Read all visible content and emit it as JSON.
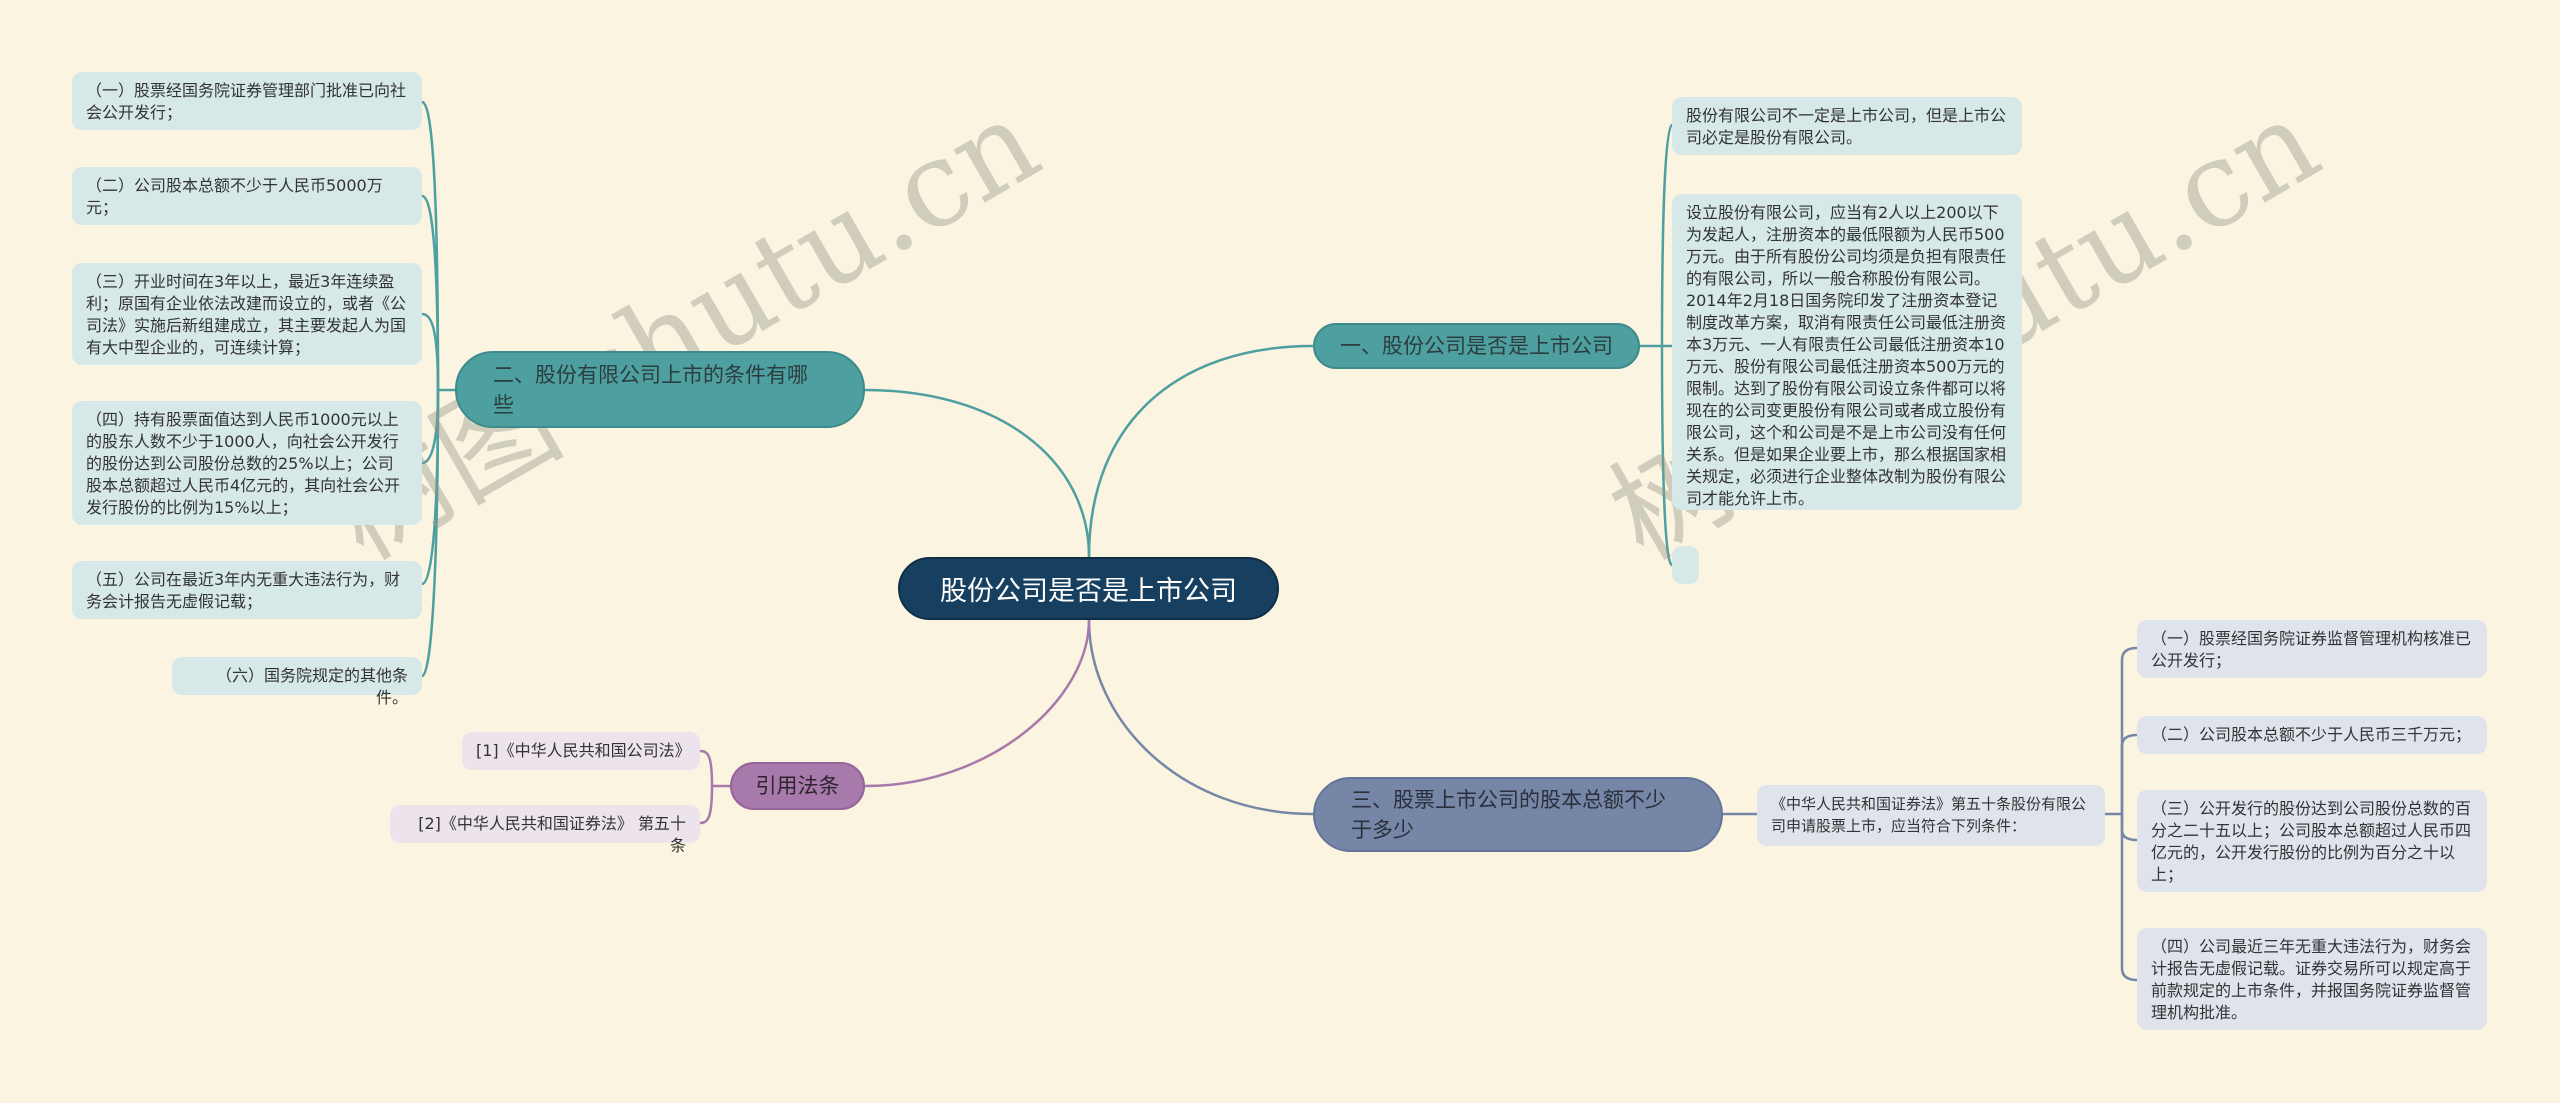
{
  "root": {
    "label": "股份公司是否是上市公司"
  },
  "branches": {
    "b1": {
      "label": "一、股份公司是否是上市公司",
      "color": "#4e9fa0",
      "children": [
        "股份有限公司不一定是上市公司，但是上市公司必定是股份有限公司。",
        "设立股份有限公司，应当有2人以上200以下为发起人，注册资本的最低限额为人民币500万元。由于所有股份公司均须是负担有限责任的有限公司，所以一般合称股份有限公司。2014年2月18日国务院印发了注册资本登记制度改革方案，取消有限责任公司最低注册资本3万元、一人有限责任公司最低注册资本10万元、股份有限公司最低注册资本500万元的限制。达到了股份有限公司设立条件都可以将现在的公司变更股份有限公司或者成立股份有限公司，这个和公司是不是上市公司没有任何关系。但是如果企业要上市，那么根据国家相关规定，必须进行企业整体改制为股份有限公司才能允许上市。",
        ""
      ]
    },
    "b2": {
      "label": "二、股份有限公司上市的条件有哪些",
      "color": "#4e9fa0",
      "children": [
        "（一）股票经国务院证券管理部门批准已向社会公开发行；",
        "（二）公司股本总额不少于人民币5000万元；",
        "（三）开业时间在3年以上，最近3年连续盈利；原国有企业依法改建而设立的，或者《公司法》实施后新组建成立，其主要发起人为国有大中型企业的，可连续计算；",
        "（四）持有股票面值达到人民币1000元以上的股东人数不少于1000人，向社会公开发行的股份达到公司股份总数的25%以上；公司股本总额超过人民币4亿元的，其向社会公开发行股份的比例为15%以上；",
        "（五）公司在最近3年内无重大违法行为，财务会计报告无虚假记载；",
        "（六）国务院规定的其他条件。"
      ]
    },
    "b3": {
      "label": "三、股票上市公司的股本总额不少于多少",
      "color": "#7686a6",
      "intro": "《中华人民共和国证券法》第五十条股份有限公司申请股票上市，应当符合下列条件：",
      "children": [
        "（一）股票经国务院证券监督管理机构核准已公开发行；",
        "（二）公司股本总额不少于人民币三千万元；",
        "（三）公开发行的股份达到公司股份总数的百分之二十五以上；公司股本总额超过人民币四亿元的，公开发行股份的比例为百分之十以上；",
        "（四）公司最近三年无重大违法行为，财务会计报告无虚假记载。证券交易所可以规定高于前款规定的上市条件，并报国务院证券监督管理机构批准。"
      ]
    },
    "b4": {
      "label": "引用法条",
      "color": "#a87aab",
      "children": [
        "[1]《中华人民共和国公司法》",
        "[2]《中华人民共和国证券法》 第五十条"
      ]
    }
  },
  "watermarks": [
    "树图 shutu.cn",
    "树图 shutu.cn"
  ],
  "colors": {
    "background": "#faf4e1",
    "root": "#173f5f",
    "teal": "#4e9fa0",
    "slate": "#7686a6",
    "purple": "#a87aab"
  }
}
